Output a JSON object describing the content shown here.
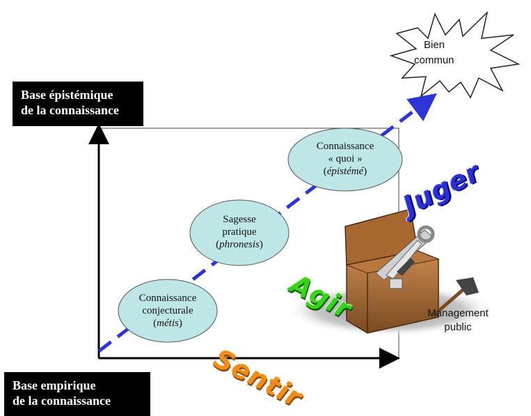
{
  "labels": {
    "epistemic_line1": "Base épistémique",
    "epistemic_line2": "de la connaissance",
    "empirical_line1": "Base empirique",
    "empirical_line2": "de la connaissance"
  },
  "ellipses": {
    "metis": {
      "line1": "Connaissance",
      "line2": "conjecturale",
      "line3": "métis"
    },
    "phronesis": {
      "line1": "Sagesse",
      "line2": "pratique",
      "line3": "phronesis"
    },
    "episteme": {
      "line1": "Connaissance",
      "line2": "« quoi »",
      "line3": "épistémé"
    }
  },
  "star": {
    "line1": "Bien",
    "line2": "commun"
  },
  "management": {
    "line1": "Management",
    "line2": "public"
  },
  "verbs": {
    "sentir": "Sentir",
    "agir": "Agir",
    "juger": "Juger"
  },
  "colors": {
    "dashed_arrow": "#2e35d8",
    "ellipse_fill": "#bfe6e6",
    "juger": "#2a2fd6",
    "agir": "#3bd21e",
    "sentir": "#f08c1a"
  },
  "icons": [
    "toolbox-icon",
    "hammer-icon",
    "star-burst-icon"
  ]
}
